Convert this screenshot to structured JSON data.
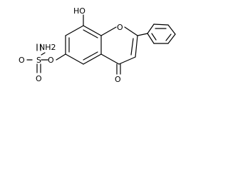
{
  "diagram": {
    "type": "chemical-structure",
    "labels": {
      "hydroxyl": "HO",
      "amine": "NH2",
      "sulfur": "S",
      "sulfonyl_oxygen_top": "O",
      "sulfonyl_oxygen_bottom": "O",
      "ester_oxygen": "O",
      "ring_oxygen": "O",
      "carbonyl_oxygen": "O"
    }
  }
}
